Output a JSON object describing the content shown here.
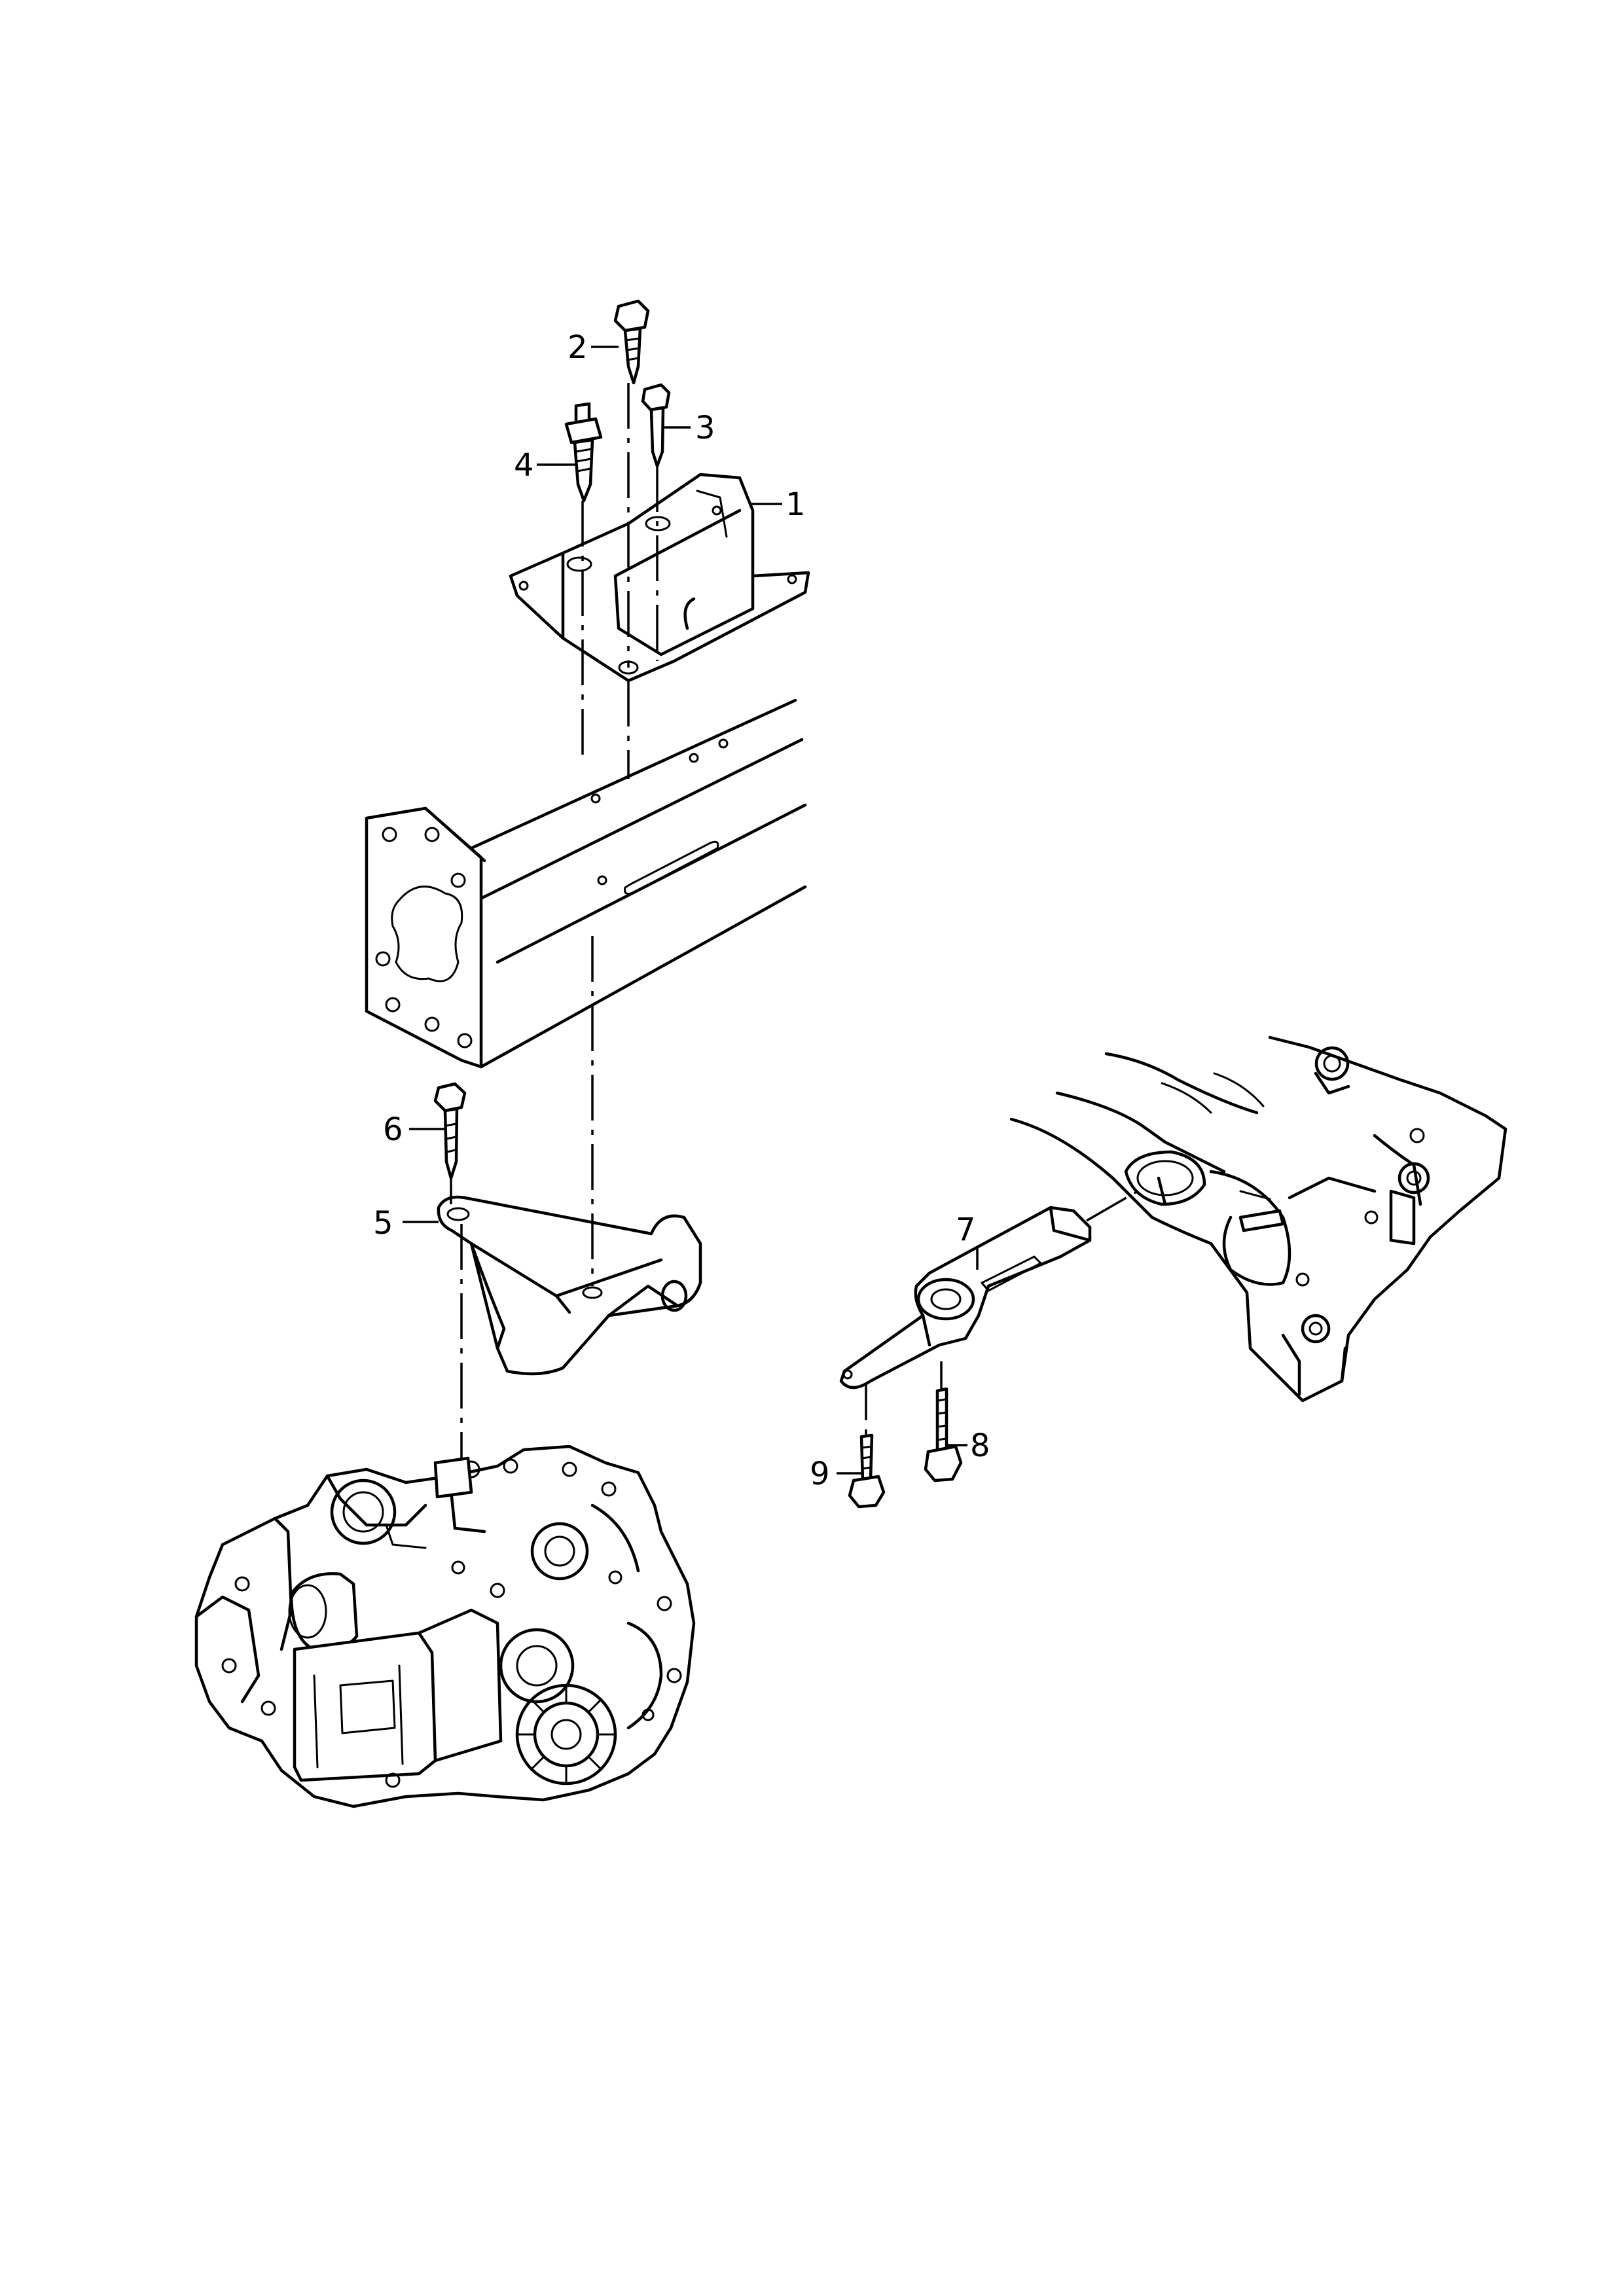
{
  "diagram": {
    "callouts": [
      {
        "id": "1",
        "text": "1"
      },
      {
        "id": "2",
        "text": "2"
      },
      {
        "id": "3",
        "text": "3"
      },
      {
        "id": "4",
        "text": "4"
      },
      {
        "id": "5",
        "text": "5"
      },
      {
        "id": "6",
        "text": "6"
      },
      {
        "id": "7",
        "text": "7"
      },
      {
        "id": "8",
        "text": "8"
      },
      {
        "id": "9",
        "text": "9"
      }
    ],
    "line_color": "#000000",
    "background_color": "#ffffff"
  }
}
